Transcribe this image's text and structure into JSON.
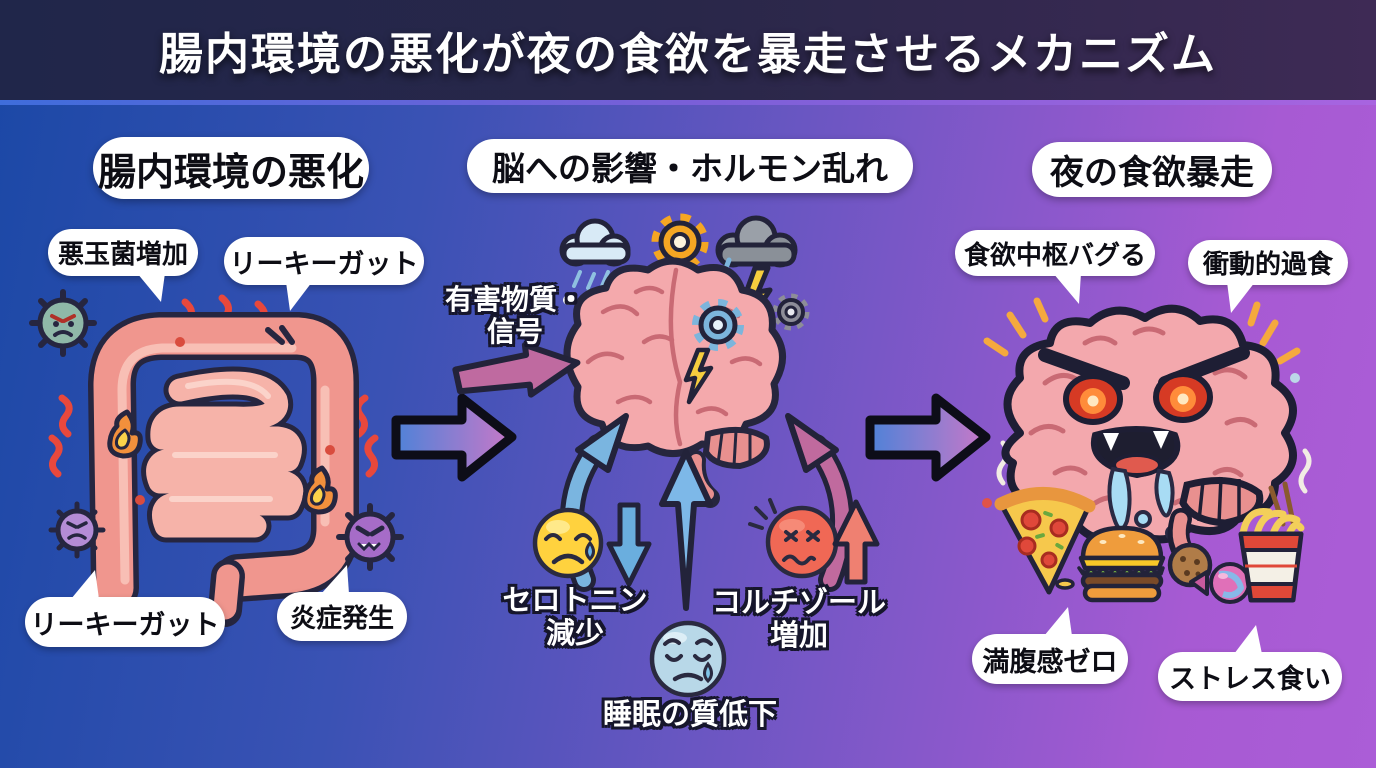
{
  "title": "腸内環境の悪化が夜の食欲を暴走させるメカニズム",
  "gut": {
    "header": "腸内環境の悪化",
    "bubble_bad_bacteria": "悪玉菌増加",
    "bubble_leaky_top": "リーキーガット",
    "bubble_leaky_bottom": "リーキーガット",
    "bubble_inflammation": "炎症発生"
  },
  "brain": {
    "header": "脳への影響・ホルモン乱れ",
    "harmful_line1": "有害物質・",
    "harmful_line2": "信号",
    "serotonin_line1": "セロトニン",
    "serotonin_line2": "減少",
    "cortisol_line1": "コルチゾール",
    "cortisol_line2": "増加",
    "sleep": "睡眠の質低下"
  },
  "appetite": {
    "header": "夜の食欲暴走",
    "bubble_center_bug": "食欲中枢バグる",
    "bubble_impulsive": "衝動的過食",
    "bubble_no_fullness": "満腹感ゼロ",
    "bubble_stress_eating": "ストレス食い"
  },
  "icons": {
    "gut": [
      "intestine-illustration",
      "green-virus-icon",
      "purple-virus-icon",
      "purple-spiky-virus-icon",
      "flame-icon",
      "inflammation-squiggle-icon"
    ],
    "brain": [
      "rain-cloud-icon",
      "gear-icon",
      "storm-cloud-icon",
      "lightning-icon",
      "brain-illustration",
      "sad-face-icon",
      "angry-face-icon",
      "sleepy-face-icon",
      "down-arrow-icon",
      "up-arrow-icon",
      "curved-arrow-icon"
    ],
    "appetite": [
      "angry-brain-illustration",
      "pizza-icon",
      "burger-icon",
      "cookie-icon",
      "candy-icon",
      "cup-noodle-icon",
      "spark-icon"
    ],
    "flow": [
      "big-right-arrow-icon"
    ]
  },
  "colors": {
    "bg_left": "#1b48a6",
    "bg_right": "#ab5dd7",
    "titlebar_left": "#20264a",
    "titlebar_right": "#3e2a55",
    "bubble_bg": "#ffffff",
    "text_dark": "#0d0d14",
    "outline_dark": "#16162c",
    "intestine_pink": "#f0968e",
    "brain_pink": "#f3a8ab",
    "arrow_gradient_start": "#4f82d8",
    "arrow_gradient_end": "#c878c8",
    "serotonin_face_yellow": "#ffd23e",
    "cortisol_face_red": "#f06855",
    "sleep_face_blue": "#b8d8e8",
    "down_arrow_blue": "#6aaede",
    "up_arrow_salmon": "#ef8071",
    "lightning_yellow": "#f7ce3e",
    "gear_orange": "#f5a623",
    "gear_blue": "#7cb5dc",
    "drool_blue": "#a8dcf4"
  }
}
